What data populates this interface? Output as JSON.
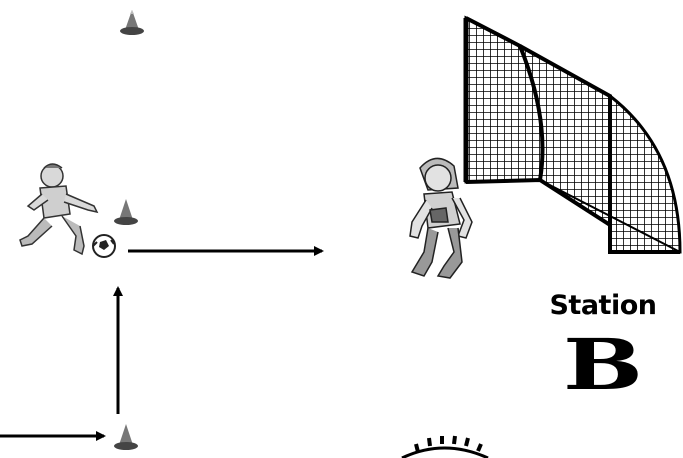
{
  "station": {
    "label": "Station",
    "letter": "B"
  },
  "diagram": {
    "elements": [
      "cone",
      "cone",
      "cone",
      "attacking-player",
      "soccer-ball",
      "goalkeeper",
      "goal-net",
      "hurdle"
    ],
    "arrows": 3
  },
  "colors": {
    "ink": "#000000",
    "cone": "#555555",
    "background": "#ffffff"
  }
}
